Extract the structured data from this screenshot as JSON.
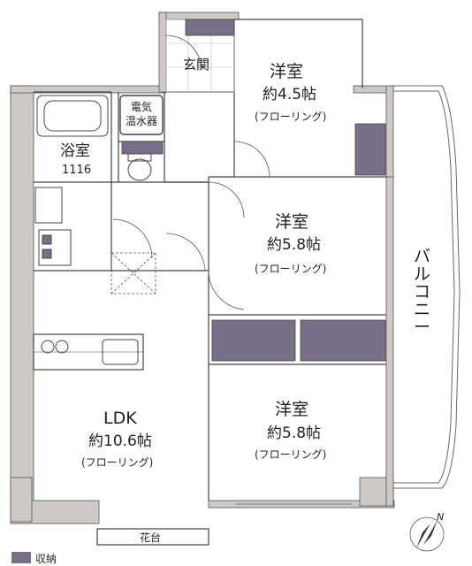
{
  "rooms": {
    "western_1": {
      "name": "洋室",
      "size": "約4.5帖",
      "floor": "(フローリング)"
    },
    "western_2": {
      "name": "洋室",
      "size": "約5.8帖",
      "floor": "(フローリング)"
    },
    "western_3": {
      "name": "洋室",
      "size": "約5.8帖",
      "floor": "(フローリング)"
    },
    "ldk": {
      "name": "LDK",
      "size": "約10.6帖",
      "floor": "(フローリング)"
    }
  },
  "labels": {
    "entrance": "玄関",
    "water_heater_line1": "電気",
    "water_heater_line2": "温水器",
    "bathroom": "浴室",
    "bathroom_unit": "1116",
    "balcony": [
      "バ",
      "ル",
      "コ",
      "ニ",
      "ー"
    ],
    "flower_stand": "花台",
    "compass_north": "N"
  },
  "legend": {
    "storage": "収納"
  },
  "colors": {
    "storage_fill": "#7a6f88",
    "wall_fill": "#cdc9c6",
    "line": "#333333"
  }
}
